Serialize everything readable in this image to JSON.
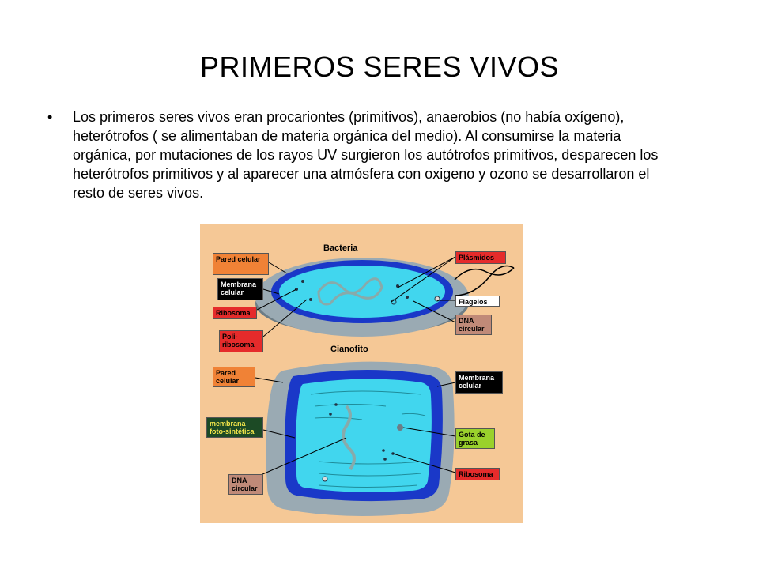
{
  "slide": {
    "title": "PRIMEROS SERES VIVOS",
    "bullet": "•",
    "text": "Los primeros seres vivos eran procariontes (primitivos), anaerobios (no había oxígeno), heterótrofos ( se alimentaban de materia orgánica del medio). Al consumirse la materia orgánica, por mutaciones de los rayos UV surgieron los autótrofos primitivos, desparecen los heterótrofos primitivos y al aparecer una atmósfera con oxigeno y ozono   se desarrollaron el resto de seres vivos."
  },
  "figure": {
    "bacteria": {
      "heading": "Bacteria",
      "labels": {
        "pared": "Pared celular",
        "membrana": "Membrana celular",
        "ribosoma": "Ribosoma",
        "poliribosoma": "Poli-ribosoma",
        "plasmidos": "Plásmidos",
        "flagelos": "Flagelos",
        "dna": "DNA circular"
      }
    },
    "cianofito": {
      "heading": "Cianofito",
      "labels": {
        "pared": "Pared celular",
        "membrana_foto": "membrana foto-sintética",
        "dna": "DNA circular",
        "membrana": "Membrana celular",
        "gota": "Gota de grasa",
        "ribosoma": "Ribosoma"
      }
    },
    "colors": {
      "background": "#f5c896",
      "cell_wall": "#8c9ea8",
      "membrane": "#1a38c8",
      "cytoplasm": "#41d6ee"
    }
  }
}
